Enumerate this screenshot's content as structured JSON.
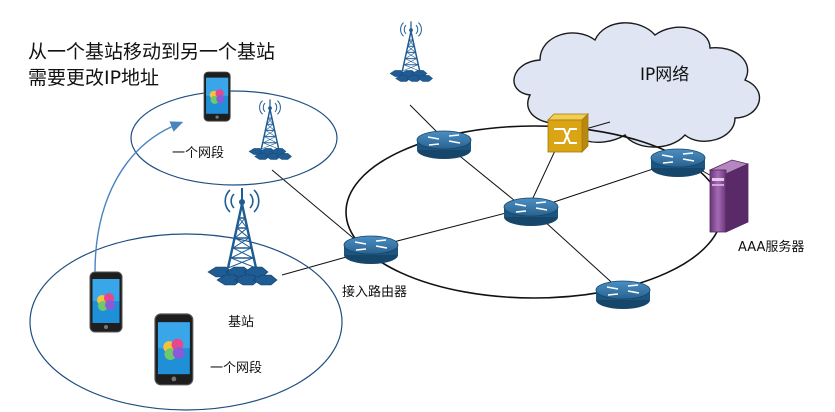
{
  "diagram": {
    "title_line1": "从一个基站移动到另一个基站",
    "title_line2": "需要更改IP地址",
    "cloud_label": "IP网络",
    "segment_label_top": "一个网段",
    "segment_label_bottom": "一个网段",
    "base_station_label": "基站",
    "access_router_label": "接入路由器",
    "aaa_server_label": "AAA服务器"
  },
  "colors": {
    "router_top": "#2f6f9f",
    "router_side": "#17466b",
    "tower": "#1f5c94",
    "switch": "#d9a514",
    "server": "#8a4f9b",
    "cloud": "#dfe5f3",
    "arrow": "#4a84c0"
  }
}
